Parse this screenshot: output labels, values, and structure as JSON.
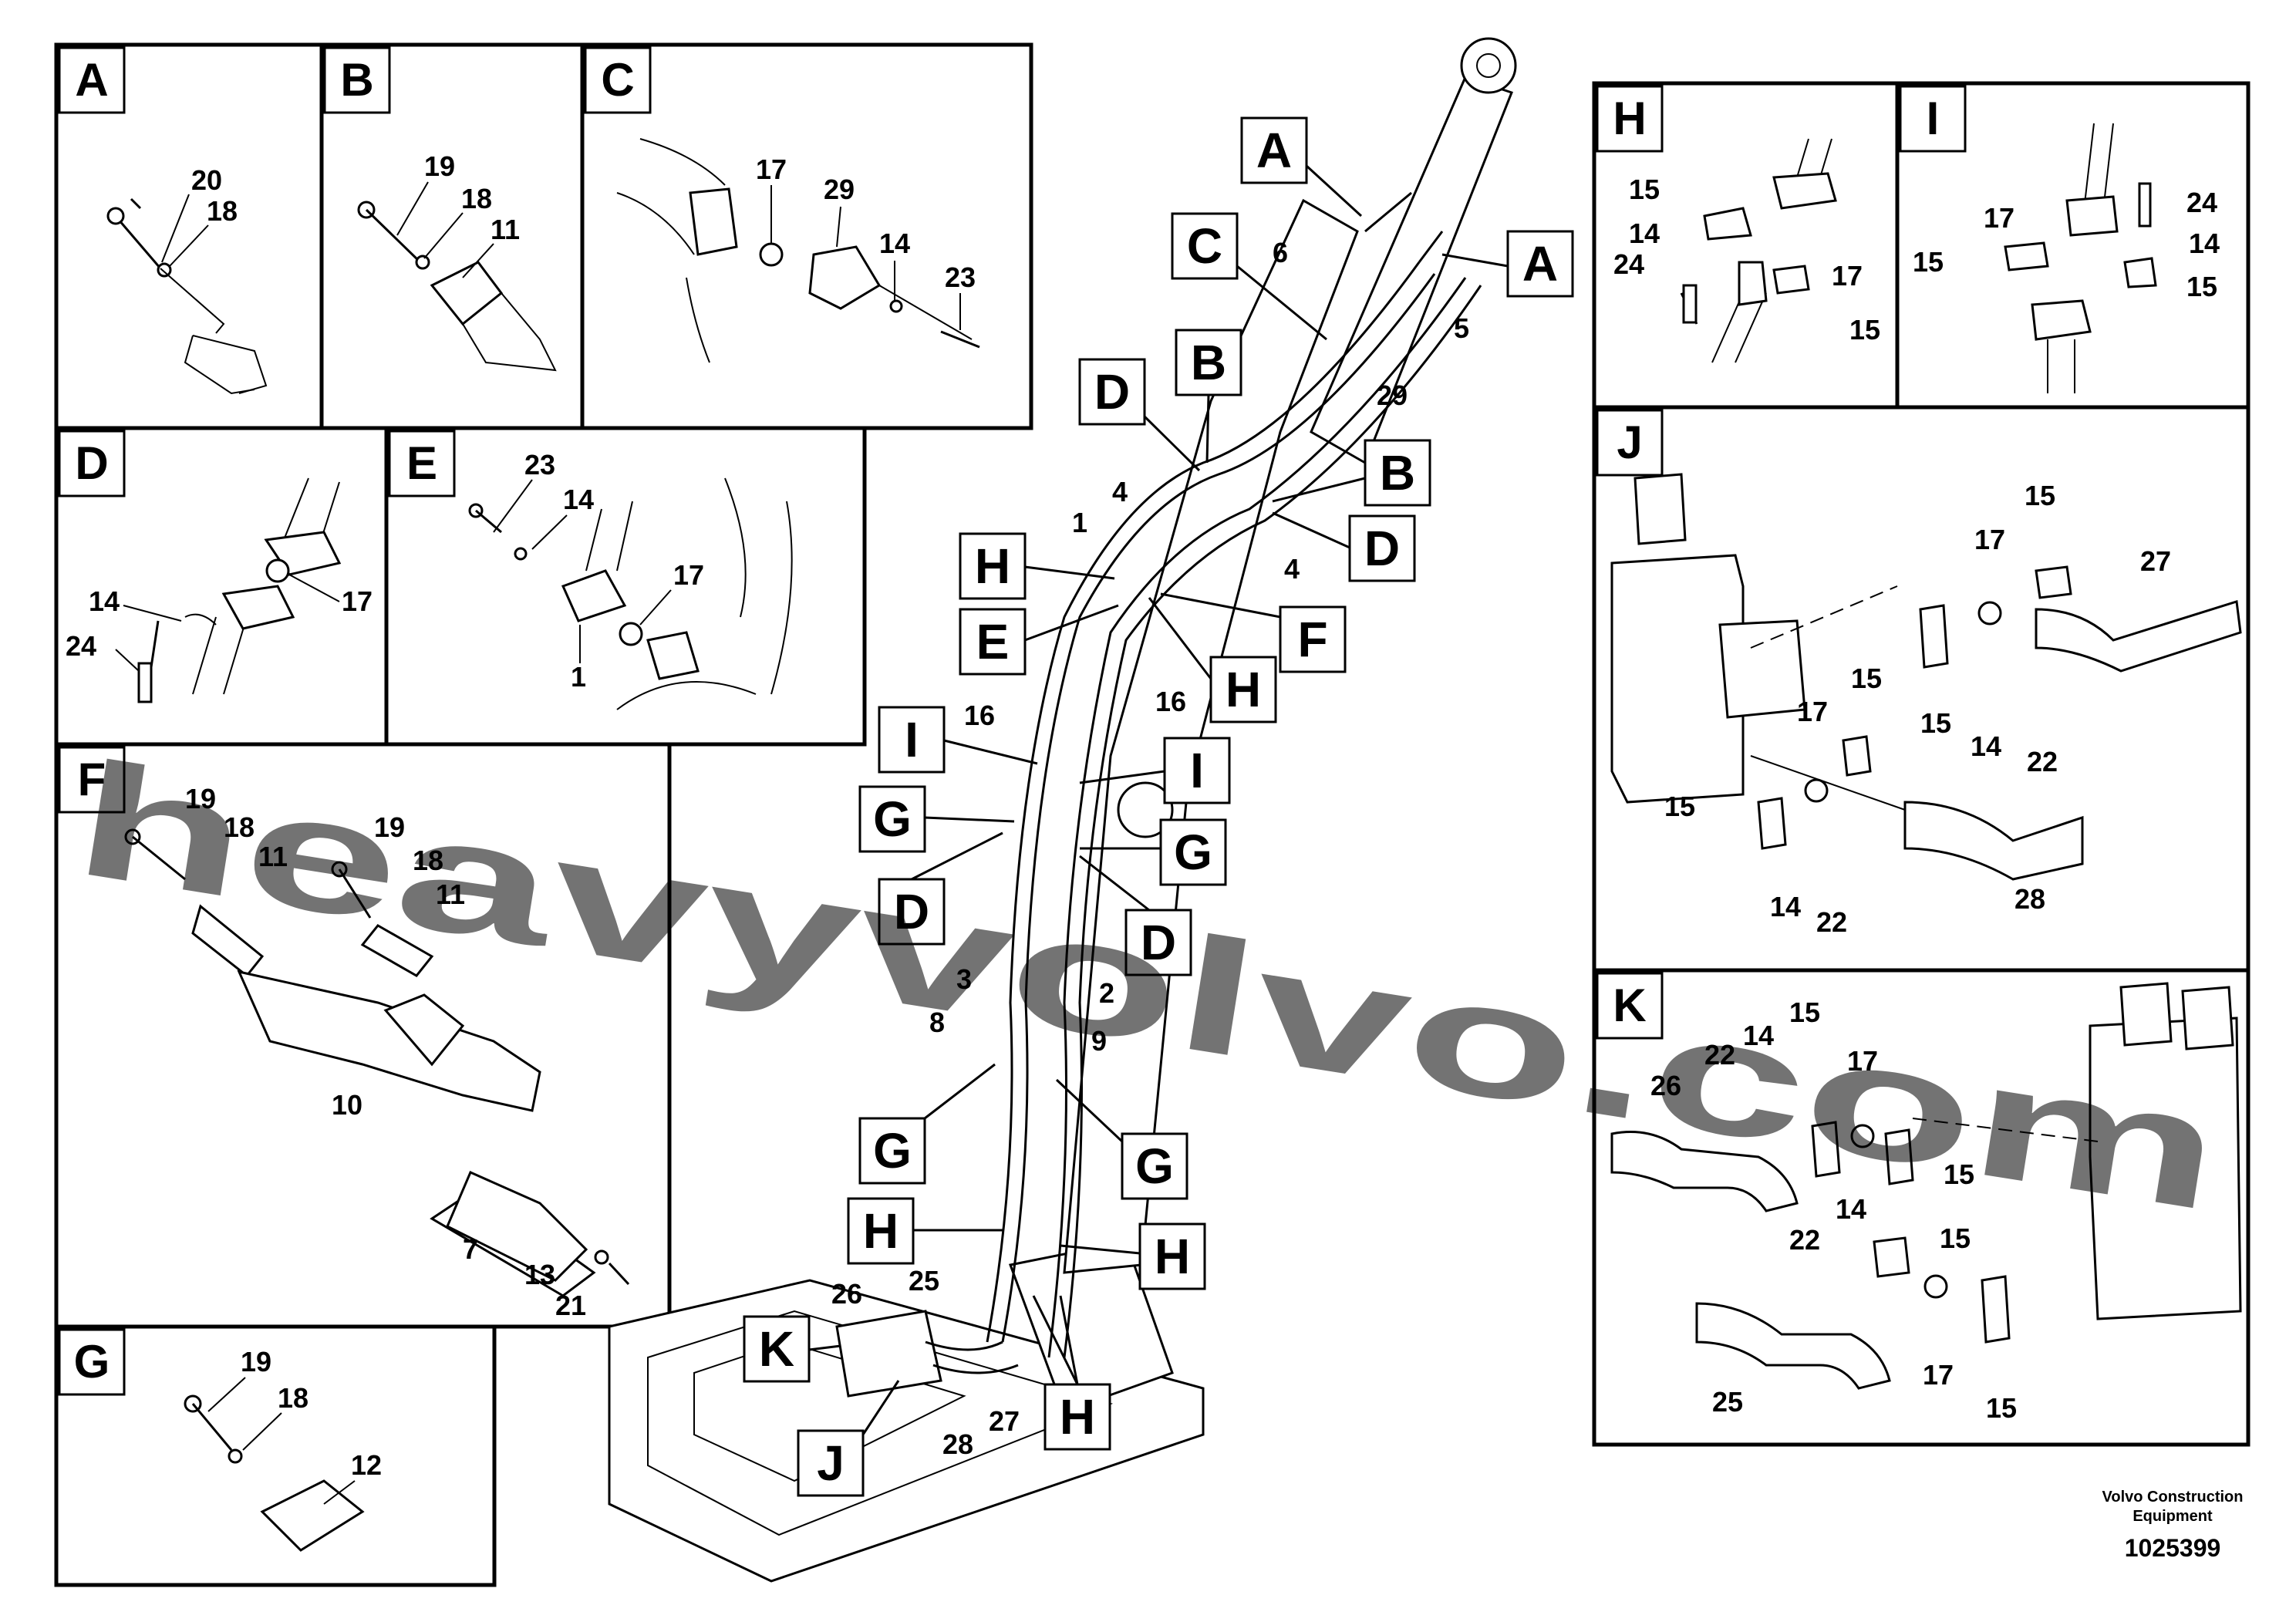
{
  "panels": [
    {
      "letter": "A",
      "callouts": [
        "20",
        "18"
      ]
    },
    {
      "letter": "B",
      "callouts": [
        "19",
        "18",
        "11"
      ]
    },
    {
      "letter": "C",
      "callouts": [
        "17",
        "29",
        "14",
        "23"
      ]
    },
    {
      "letter": "D",
      "callouts": [
        "14",
        "24",
        "17"
      ]
    },
    {
      "letter": "E",
      "callouts": [
        "23",
        "14",
        "17",
        "1"
      ]
    },
    {
      "letter": "F",
      "callouts": [
        "19",
        "18",
        "11",
        "19",
        "18",
        "11",
        "10",
        "7",
        "13",
        "21"
      ]
    },
    {
      "letter": "G",
      "callouts": [
        "19",
        "18",
        "12"
      ]
    },
    {
      "letter": "H",
      "callouts": [
        "15",
        "14",
        "24",
        "17",
        "15"
      ]
    },
    {
      "letter": "I",
      "callouts": [
        "24",
        "17",
        "14",
        "15",
        "15"
      ]
    },
    {
      "letter": "J",
      "callouts": [
        "15",
        "17",
        "27",
        "15",
        "14",
        "22",
        "17",
        "15",
        "15",
        "14",
        "22",
        "28"
      ]
    },
    {
      "letter": "K",
      "callouts": [
        "22",
        "14",
        "15",
        "17",
        "26",
        "15",
        "14",
        "22",
        "15",
        "17",
        "15",
        "25"
      ]
    }
  ],
  "main": {
    "tags": [
      "A",
      "C",
      "A",
      "B",
      "D",
      "B",
      "D",
      "H",
      "E",
      "F",
      "H",
      "I",
      "I",
      "G",
      "G",
      "D",
      "D",
      "G",
      "G",
      "H",
      "H",
      "K",
      "J",
      "H"
    ],
    "callouts": [
      "6",
      "5",
      "29",
      "4",
      "1",
      "4",
      "16",
      "16",
      "3",
      "8",
      "2",
      "9",
      "25",
      "26",
      "28",
      "27"
    ]
  },
  "footer": {
    "credit_line1": "Volvo Construction",
    "credit_line2": "Equipment",
    "doc_number": "1025399"
  },
  "watermark": "heavyvolvo.com",
  "colors": {
    "ink": "#000000",
    "watermark": "#e8a8a8"
  }
}
